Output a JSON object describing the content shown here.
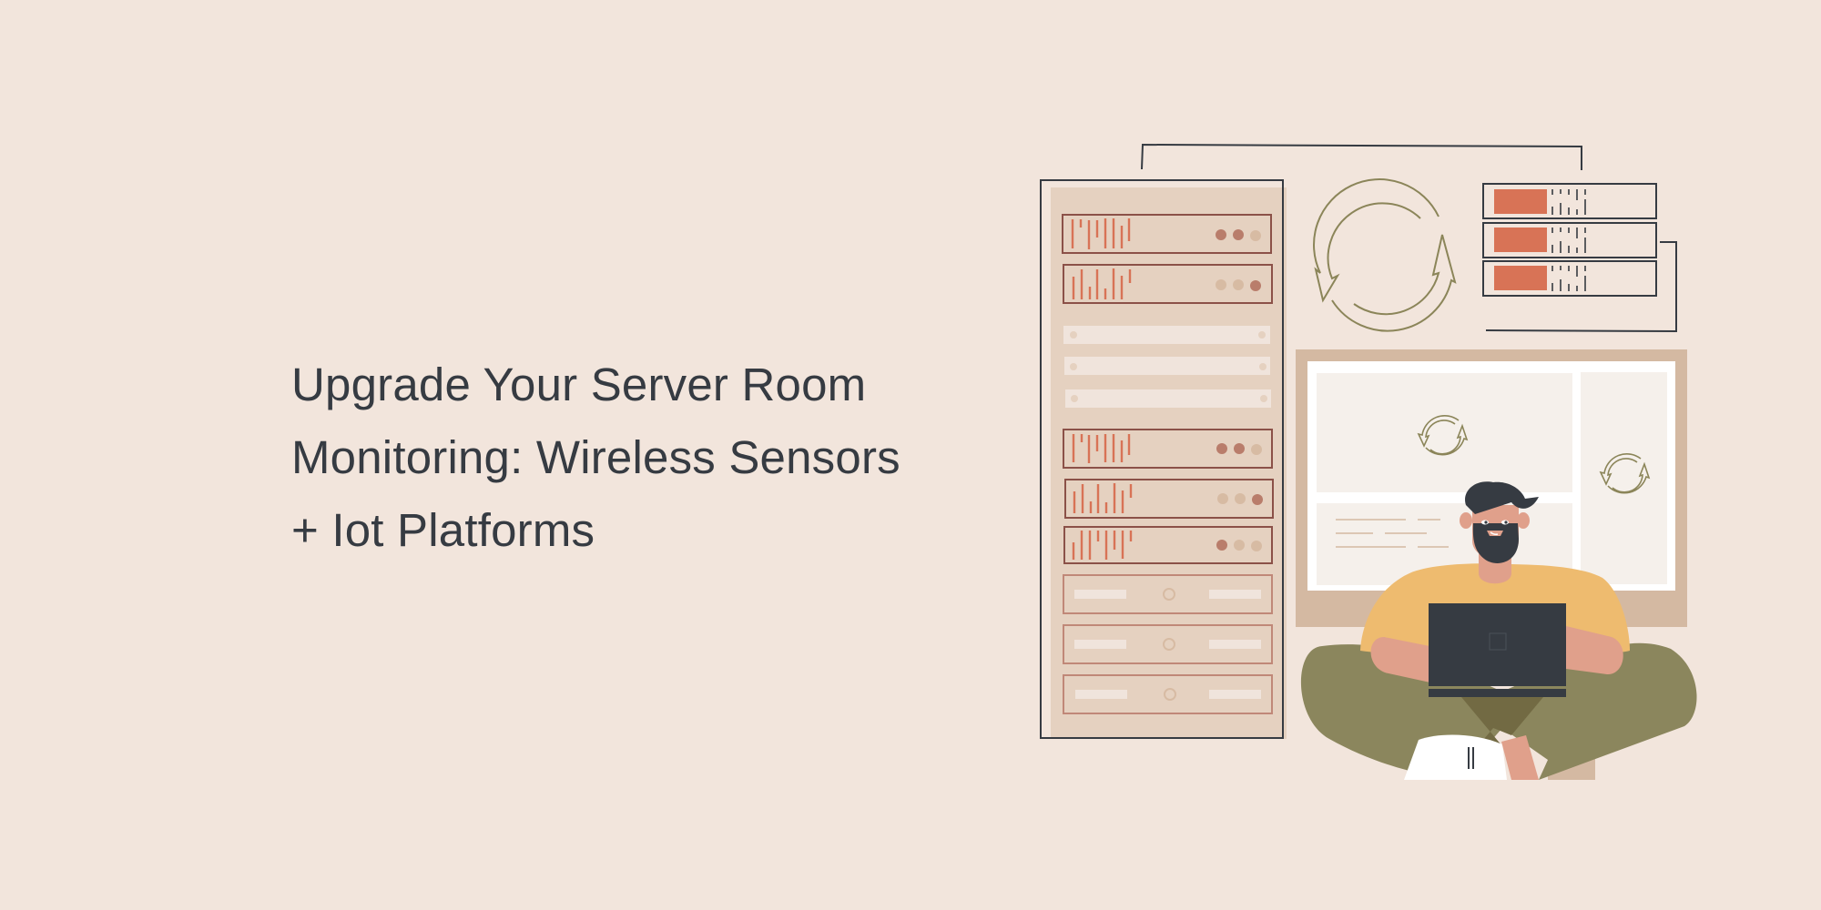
{
  "headline": {
    "lines": [
      "Upgrade Your Server Room",
      "Monitoring: Wireless Sensors",
      "+ Iot Platforms"
    ]
  },
  "illustration": {
    "description": "Man with beard sitting cross-legged using a laptop in front of a server rack, a stacked server unit and a dashboard screen with sync icons",
    "icons": [
      "server-rack-icon",
      "sync-arrows-icon",
      "server-stack-icon",
      "dashboard-screen-icon",
      "laptop-icon"
    ],
    "colors": {
      "background": "#f2e5dc",
      "text": "#363b42",
      "rack_fill": "#e5d1c0",
      "rack_outline": "#363b42",
      "unit_border": "#8b5148",
      "accent_orange": "#d87356",
      "led_on": "#b97d6b",
      "led_off": "#d7bba3",
      "sync_olive": "#8b8559",
      "screen_frame": "#d4b9a2",
      "shirt": "#eebb6f",
      "skin": "#e0a08b",
      "pants": "#8b865d",
      "pants_dark": "#726a43",
      "laptop": "#363b42",
      "hair": "#363b42"
    }
  }
}
